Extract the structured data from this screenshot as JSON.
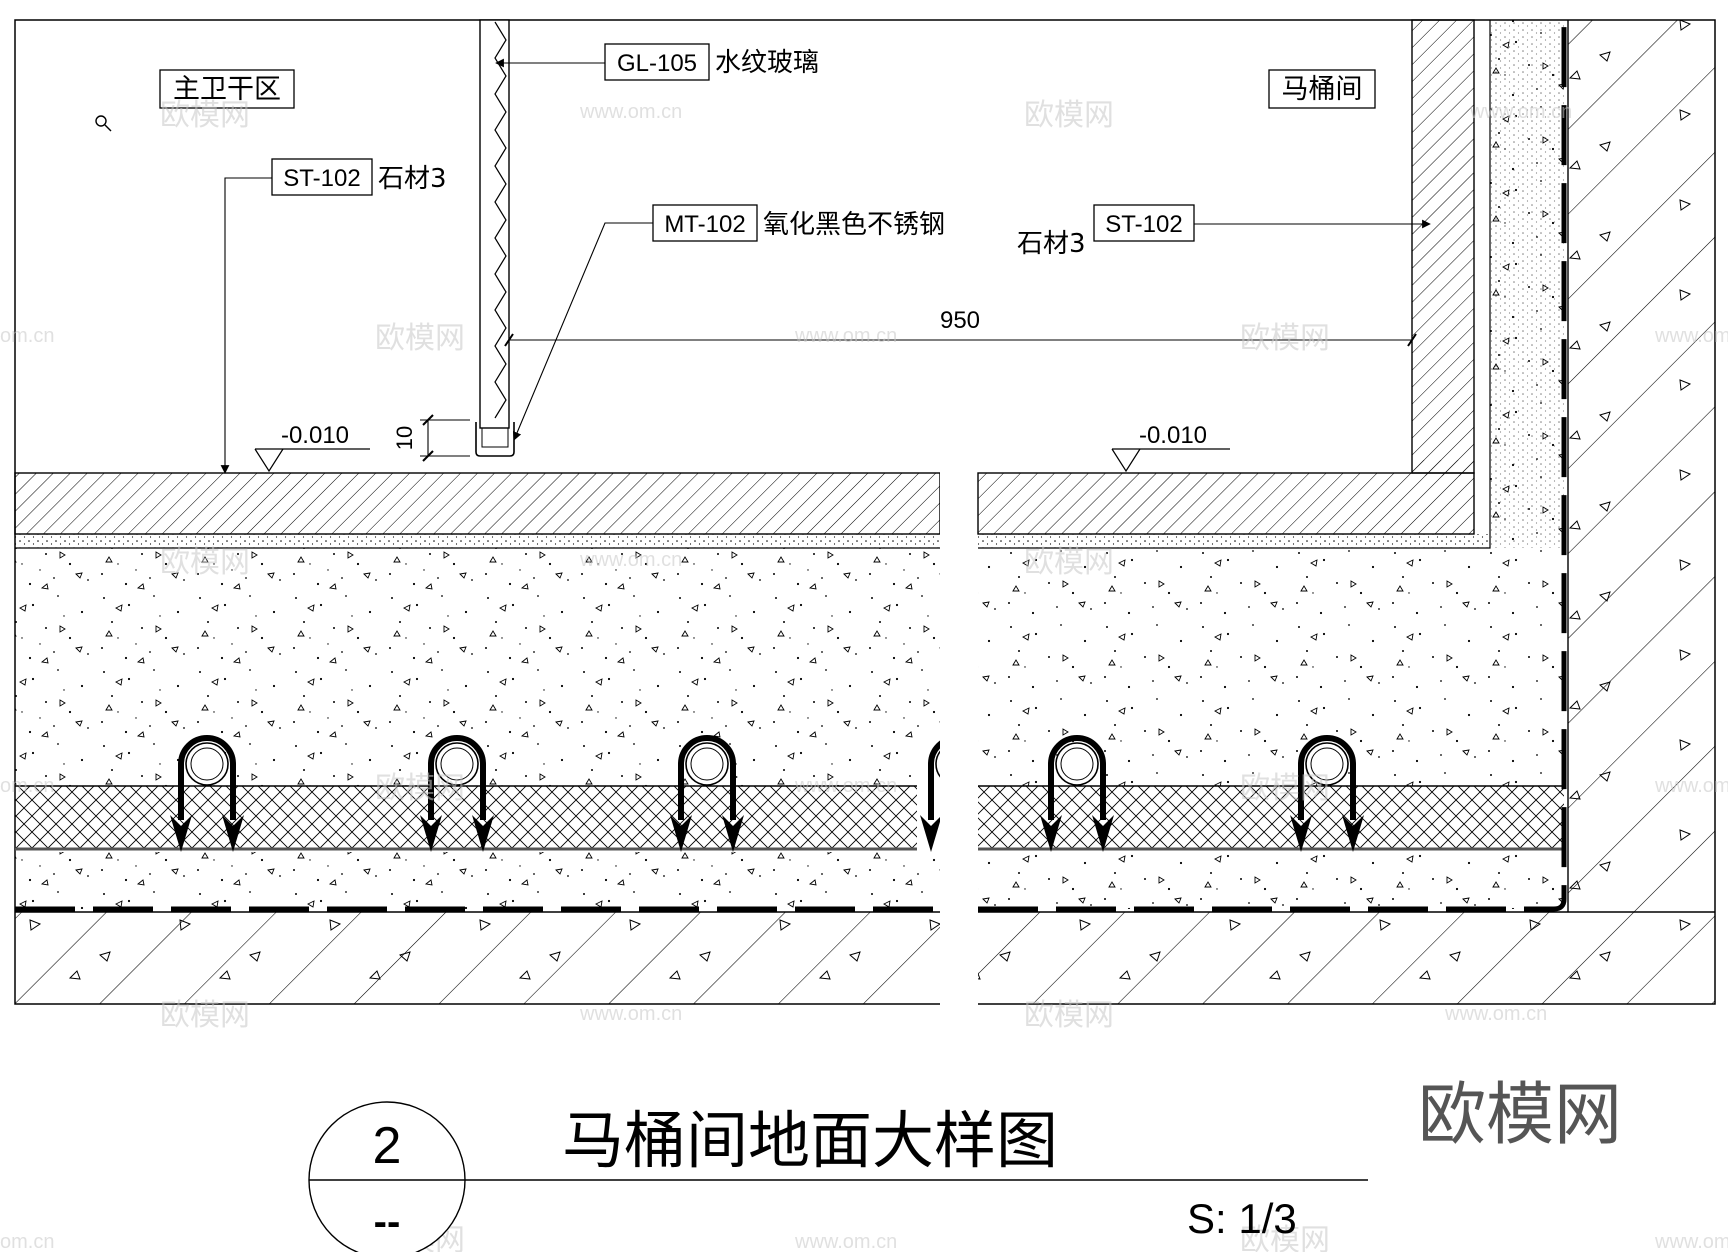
{
  "drawing": {
    "zones": {
      "dry_area": "主卫干区",
      "toilet_room": "马桶间"
    },
    "callouts": {
      "glass_code": "GL-105",
      "glass_name": "水纹玻璃",
      "stone_left_code": "ST-102",
      "stone_left_name": "石材3",
      "steel_code": "MT-102",
      "steel_name": "氧化黑色不锈钢",
      "stone_right_code": "ST-102",
      "stone_right_name": "石材3"
    },
    "dimensions": {
      "width": "950",
      "gap": "10"
    },
    "levels": {
      "left": "-0.010",
      "right": "-0.010"
    }
  },
  "title_block": {
    "number": "2",
    "sheet": "--",
    "title": "马桶间地面大样图",
    "scale": "S: 1/3"
  },
  "watermark": {
    "brand": "欧模网",
    "url": "www.om.cn",
    "url_short": "om.cn"
  },
  "icons": {
    "zoom": "magnifier-icon"
  }
}
